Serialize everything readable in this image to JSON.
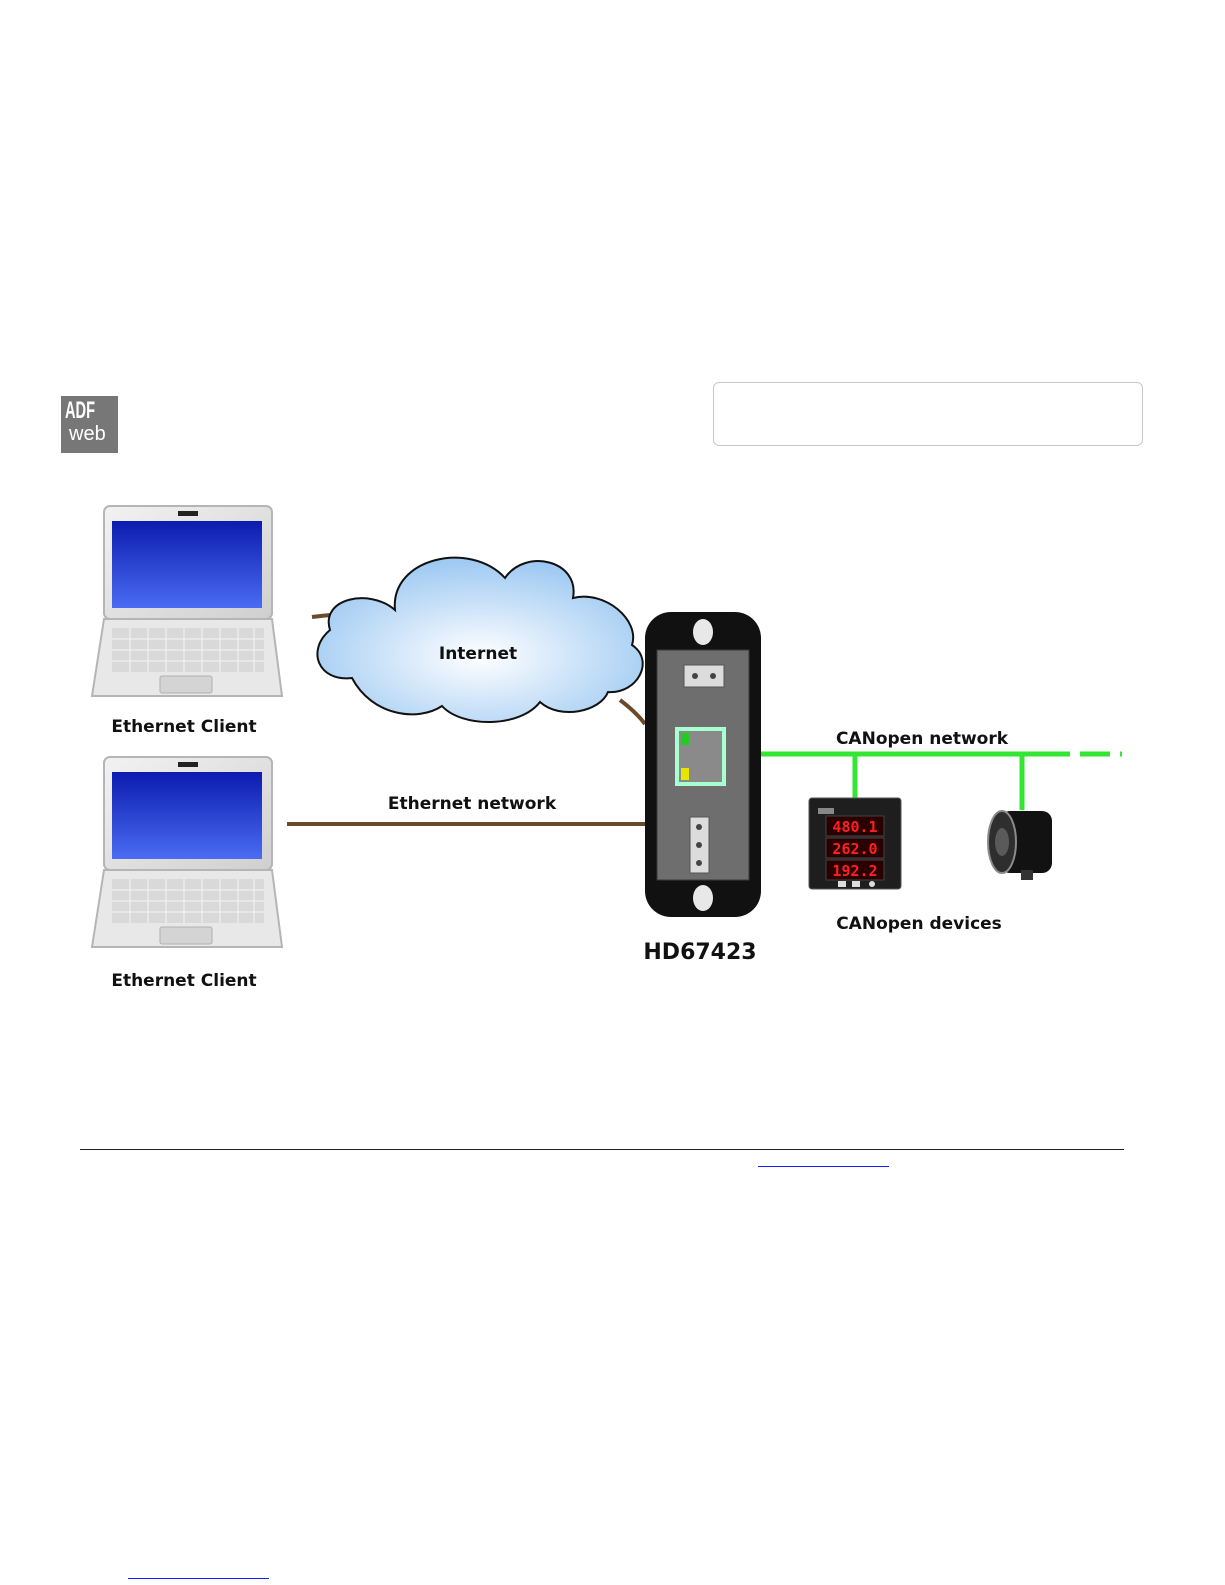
{
  "logo": {
    "line1": "ADF",
    "line2": "web"
  },
  "diagram": {
    "labels": {
      "internet": "Internet",
      "client_top": "Ethernet Client",
      "client_bottom": "Ethernet Client",
      "ethernet_network": "Ethernet network",
      "canopen_network": "CANopen network",
      "canopen_devices": "CANopen devices",
      "device_model": "HD67423"
    },
    "meter_readings": [
      "480.1",
      "262.0",
      "192.2"
    ]
  },
  "colors": {
    "ethernet_cable": "#6b4a2b",
    "canopen_bus": "#33e633",
    "screen_blue": "#1a2fd0",
    "cloud_fill": "#b8d8f5",
    "meter_digits": "#ff2020"
  }
}
